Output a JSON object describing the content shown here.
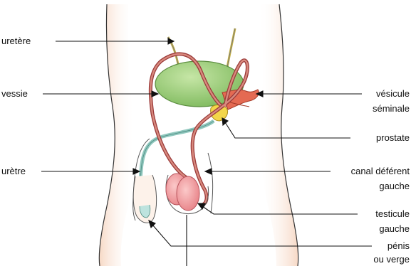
{
  "labels": {
    "ureter": "uretère",
    "bladder": "vessie",
    "urethra": "urètre",
    "seminal_vesicle_line1": "vésicule",
    "seminal_vesicle_line2": "séminale",
    "prostate": "prostate",
    "vas_deferens_line1": "canal déférent",
    "vas_deferens_line2": "gauche",
    "testicle_line1": "testicule",
    "testicle_line2": "gauche",
    "penis_line1": "pénis",
    "penis_line2": "ou verge"
  },
  "colors": {
    "skin_edge": "#f3c6a7",
    "bladder_fill": "#9ed07f",
    "duct_outer": "#9b3b3b",
    "duct_inner": "#d88a7e",
    "urethra": "#8fc7bd",
    "seminal_vesicle": "#e46a52",
    "prostate": "#f3d64a",
    "testicle": "#f4a6a6",
    "ureter": "#c8b346"
  }
}
